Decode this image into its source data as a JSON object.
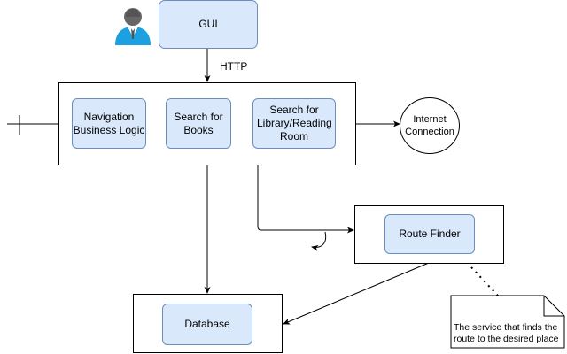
{
  "gui": {
    "label": "GUI"
  },
  "http_label": "HTTP",
  "app": {
    "components": [
      {
        "label": "Navigation Business Logic"
      },
      {
        "label": "Search for Books"
      },
      {
        "label": "Search for Library/Reading Room"
      }
    ]
  },
  "internet": {
    "label": "Internet Connection"
  },
  "route_finder": {
    "label": "Route Finder"
  },
  "database": {
    "label": "Database"
  },
  "note": {
    "text": "The service that finds the route to the desired place"
  },
  "colors": {
    "component_fill": "#dae8fc",
    "component_border": "#6c8ebf",
    "user_icon_body": "#1ba1e2",
    "user_icon_head": "#666666"
  }
}
